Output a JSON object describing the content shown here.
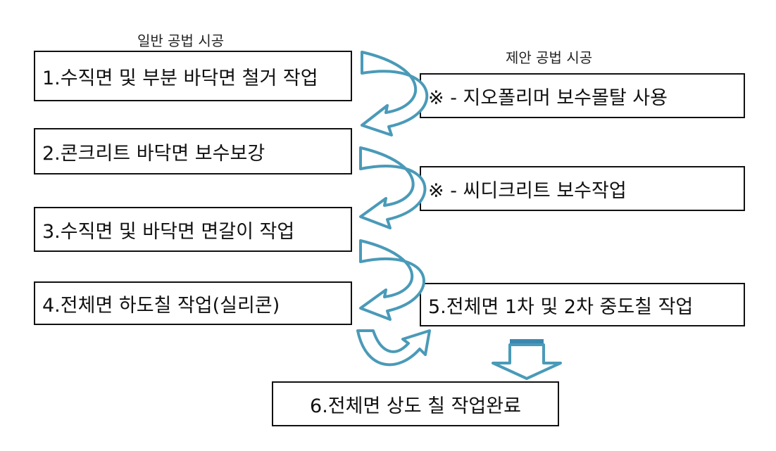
{
  "headers": {
    "left": "일반 공법 시공",
    "right": "제안 공법 시공"
  },
  "steps": {
    "s1": "1.수직면 및 부분 바닥면 철거 작업",
    "s2": "2.콘크리트 바닥면 보수보강",
    "s3": "3.수직면 및 바닥면 면갈이 작업",
    "s4": "4.전체면 하도칠 작업(실리콘)",
    "s5": "5.전체면 1차 및 2차 중도칠 작업",
    "s6": "6.전체면 상도 칠 작업완료"
  },
  "notes": {
    "n1": "※ - 지오폴리머 보수몰탈 사용",
    "n2": "※ - 씨디크리트 보수작업"
  },
  "colors": {
    "arrow_stroke": "#4a9ab8",
    "down_arrow_bar": "#3a88b0",
    "box_border": "#111111"
  }
}
